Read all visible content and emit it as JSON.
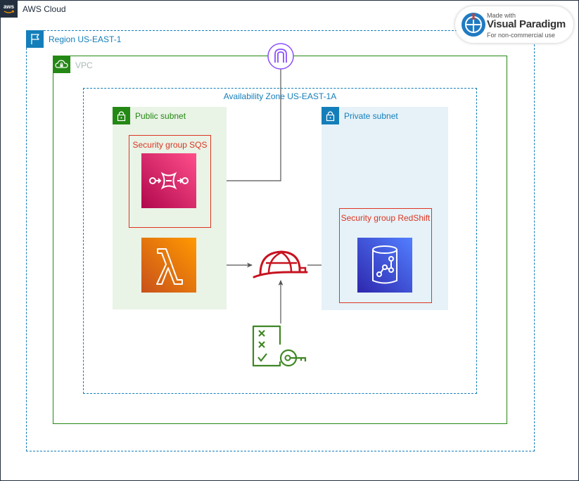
{
  "aws_cloud": {
    "label": "AWS Cloud"
  },
  "region": {
    "label": "Region US-EAST-1"
  },
  "vpc": {
    "label": "VPC"
  },
  "availability_zone": {
    "label": "Availability Zone US-EAST-1A"
  },
  "public_subnet": {
    "label": "Public subnet"
  },
  "private_subnet": {
    "label": "Private subnet"
  },
  "security_group_sqs": {
    "label": "Security group SQS"
  },
  "security_group_redshift": {
    "label": "Security group RedShift"
  },
  "watermark": {
    "line1": "Made with",
    "line2": "Visual Paradigm",
    "line3": "For non-commercial use"
  },
  "colors": {
    "aws_dark": "#232f3e",
    "region": "#147eba",
    "vpc": "#248814",
    "vpc_label": "#aab7b8",
    "public_subnet_bg": "#e9f3e6",
    "private_subnet_bg": "#e6f2f8",
    "security_group": "#dd3522",
    "sqs": "#e7157b",
    "lambda": "#ed7100",
    "redshift": "#3b48cc",
    "iam_helmet": "#c7131f",
    "secrets": "#3f8624",
    "gateway": "#8c4fff"
  }
}
